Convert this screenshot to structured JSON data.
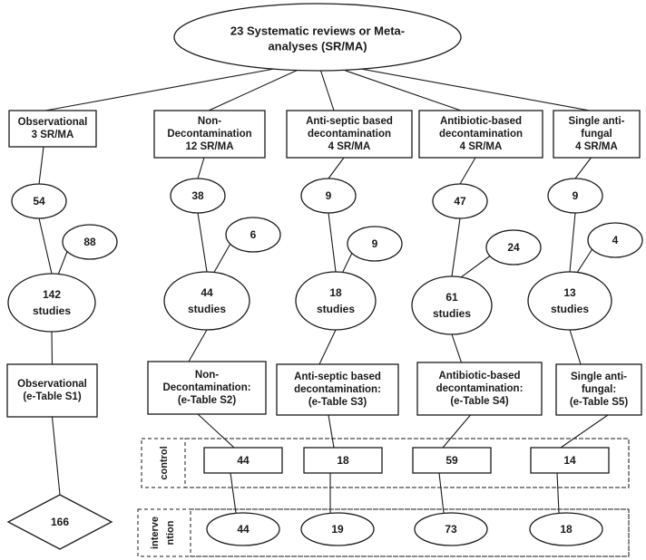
{
  "root": {
    "line1": "23 Systematic reviews or Meta-",
    "line2": "analyses (SR/MA)"
  },
  "categories": [
    {
      "top_lines": [
        "Observational",
        "3 SR/MA"
      ],
      "first": "54",
      "added": "88",
      "total_lines": [
        "142",
        "studies"
      ],
      "table_lines": [
        "Observational",
        "(e-Table S1)"
      ]
    },
    {
      "top_lines": [
        "Non-",
        "Decontamination",
        "12 SR/MA"
      ],
      "first": "38",
      "added": "6",
      "total_lines": [
        "44",
        "studies"
      ],
      "table_lines": [
        "Non-",
        "Decontamination:",
        "(e-Table S2)"
      ]
    },
    {
      "top_lines": [
        "Anti-septic based",
        "decontamination",
        "4 SR/MA"
      ],
      "first": "9",
      "added": "9",
      "total_lines": [
        "18",
        "studies"
      ],
      "table_lines": [
        "Anti-septic based",
        "decontamination:",
        "(e-Table S3)"
      ]
    },
    {
      "top_lines": [
        "Antibiotic-based",
        "decontamination",
        "4 SR/MA"
      ],
      "first": "47",
      "added": "24",
      "total_lines": [
        "61",
        "studies"
      ],
      "table_lines": [
        "Antibiotic-based",
        "decontamination:",
        "(e-Table S4)"
      ]
    },
    {
      "top_lines": [
        "Single anti-",
        "fungal",
        "4 SR/MA"
      ],
      "first": "9",
      "added": "4",
      "total_lines": [
        "13",
        "studies"
      ],
      "table_lines": [
        "Single anti-",
        "fungal:",
        "(e-Table S5)"
      ]
    }
  ],
  "observational_result": "166",
  "control": {
    "label": "control",
    "values": [
      "44",
      "18",
      "59",
      "14"
    ]
  },
  "intervention": {
    "label_line1": "interve",
    "label_line2": "ntion",
    "values": [
      "44",
      "19",
      "73",
      "18"
    ]
  }
}
